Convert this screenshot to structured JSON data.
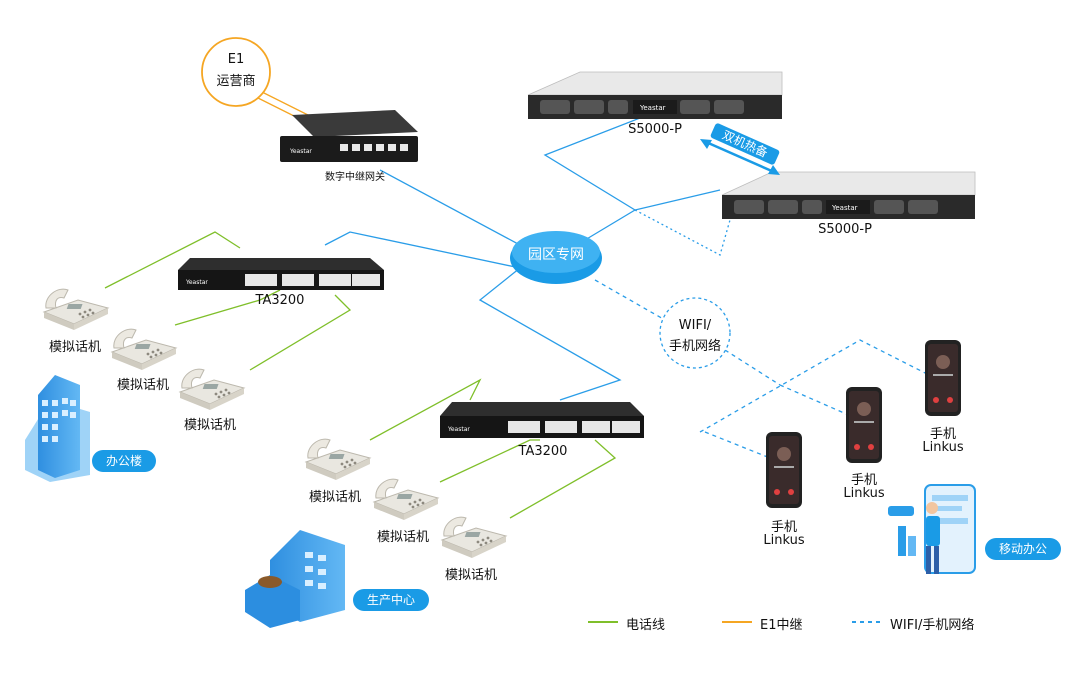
{
  "colors": {
    "phone_line": "#7fbf2a",
    "e1_trunk": "#f5a623",
    "network": "#2a9de8",
    "wifi": "#2a9de8",
    "pill_bg": "#1a9be6",
    "hub_bg": "#1a9be6"
  },
  "nodes": {
    "e1_provider": {
      "line1": "E1",
      "line2": "运营商"
    },
    "digital_gateway": {
      "label": "数字中继网关",
      "brand": "Yeastar"
    },
    "server_primary": {
      "label": "S5000-P",
      "brand": "Yeastar"
    },
    "server_backup": {
      "label": "S5000-P",
      "brand": "Yeastar"
    },
    "hot_standby": {
      "label": "双机热备"
    },
    "campus_network": {
      "label": "园区专网"
    },
    "ta_top": {
      "label": "TA3200",
      "brand": "Yeastar"
    },
    "ta_bottom": {
      "label": "TA3200",
      "brand": "Yeastar"
    },
    "wifi_cloud": {
      "line1": "WIFI/",
      "line2": "手机网络"
    }
  },
  "phones_top": [
    {
      "label": "模拟话机"
    },
    {
      "label": "模拟话机"
    },
    {
      "label": "模拟话机"
    }
  ],
  "phones_bottom": [
    {
      "label": "模拟话机"
    },
    {
      "label": "模拟话机"
    },
    {
      "label": "模拟话机"
    }
  ],
  "mobiles": [
    {
      "line1": "手机",
      "line2": "Linkus"
    },
    {
      "line1": "手机",
      "line2": "Linkus"
    },
    {
      "line1": "手机",
      "line2": "Linkus"
    }
  ],
  "badges": {
    "office": "办公楼",
    "production": "生产中心",
    "mobile_office": "移动办公"
  },
  "legend": [
    {
      "label": "电话线",
      "icon": "phone-line-swatch"
    },
    {
      "label": "E1中继",
      "icon": "e1-trunk-swatch"
    },
    {
      "label": "WIFI/手机网络",
      "icon": "wifi-dashed-swatch"
    }
  ]
}
